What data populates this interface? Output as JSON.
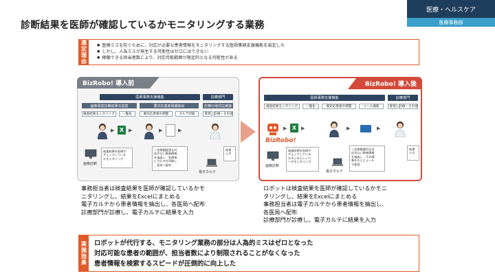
{
  "header": {
    "title": "診断結果を医師が確認しているかモニタリングする業務",
    "tag_top": "医療・ヘルスケア",
    "tag_bottom": "医療事務部"
  },
  "reason": {
    "label": "選定理由",
    "bullets": [
      "医療ミスを防ぐために、対応が必要な患者情報をモニタリングする医師事務支援機能を設定した",
      "しかし、人為ミスが発生する可能性はゼロにはできない",
      "稼働できる担当者数により、対応可能範囲が限定的となる可能性がある"
    ]
  },
  "before": {
    "header": "BizRobo! 導入前",
    "group_main": "医師事務支援機能",
    "group_side": "診療部門",
    "sub1": "画像事前診断結果の調査",
    "sub2": "要対応患者情報抽出",
    "side_sub": "診療の他対応実施",
    "chips": [
      "検査結果モニタリング",
      "一覧化",
      "要対応患者の把握",
      "カルテ印刷",
      "受領",
      "診療・その他"
    ],
    "note1": "検査結果を医師が\nチェックしている\nかモニタリング",
    "note2": "一定期間経過な対\n応のない患者情報\nを抽出し、医師毎\nにカルテを印刷し\n、医局へ配布",
    "note3": "結果\n入力",
    "label_image": "画像診断",
    "label_karte": "電子カルテ"
  },
  "after": {
    "header": "BizRobo! 導入後",
    "group_main": "医師事務支援機能",
    "group_side": "診療部門",
    "chips": [
      "検査結果モニタリング",
      "一覧化",
      "要対応患者の把握",
      "メール通知",
      "受領",
      "診療・その他"
    ],
    "note1": "検査結果を医師が\nチェックしている\nかデジタルレイバ\nーがモニタリング",
    "note2": "一定期間適切な対\n応のない患者情報\nを抽出し、その情\n報をもとにメール\nで配信",
    "note3": "結果\n入力",
    "logo": "BizRobo!",
    "label_image": "画像診断",
    "label_karte": "電子カルテ"
  },
  "desc_before": [
    "事務担当者は検査結果を医師が確認しているかモ",
    "ニタリングし、結果をExcelにまとめる",
    "電子カルテから患者情報を抽出し、各医局へ配布",
    "診療部門が診療し、電子カルテに結果を入力"
  ],
  "desc_after": [
    "ロボットは検査結果を医師が確認しているかモニ",
    "タリングし、結果をExcelにまとめる",
    "事務担当者は電子カルテから患者情報を抽出し、",
    "各医局へ配布",
    "診療部門が診療し、電子カルテに結果を入力"
  ],
  "result": {
    "label": "実施効果",
    "lines": [
      "ロボットが代行する、モニタリング業務の部分は人為的ミスはゼロとなった",
      "対応可能な患者の範囲が、担当者数により制限されることがなくなった",
      "患者情報を検索するスピードが圧倒的に向上した"
    ]
  },
  "icons": {
    "excel": "X",
    "colors": {
      "accent": "#e05a2a",
      "navy": "#1f3e5e",
      "teal": "#3a9fc9",
      "after_red": "#d34a3a"
    }
  }
}
